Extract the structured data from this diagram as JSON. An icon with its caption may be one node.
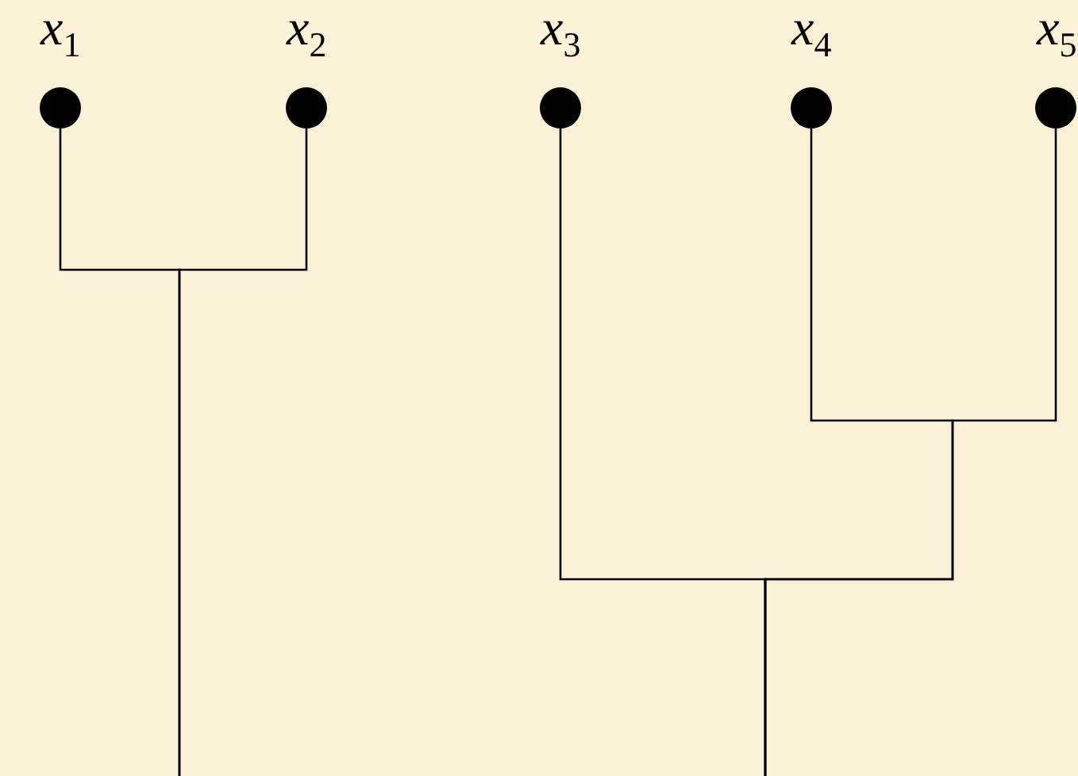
{
  "diagram": {
    "nodes": [
      {
        "text": [
          "*x*$_{1}$"
        ]
      },
      {
        "text": [
          "*x*$_{2}$"
        ]
      },
      {
        "text": [
          "*x*$_{3}$"
        ]
      },
      {
        "text": [
          "*x*$_{4}$"
        ]
      },
      {
        "text": [
          "*x*$_{5}$"
        ]
      }
    ],
    "edges": [
      {
        "from": 0,
        "to": null,
        "arrow": "none"
      },
      {
        "from": 1,
        "to": null,
        "arrow": "none"
      },
      {
        "from": 2,
        "to": null,
        "arrow": "none"
      },
      {
        "from": 3,
        "to": null,
        "arrow": "none"
      },
      {
        "from": 4,
        "to": null,
        "arrow": "none"
      }
    ]
  }
}
